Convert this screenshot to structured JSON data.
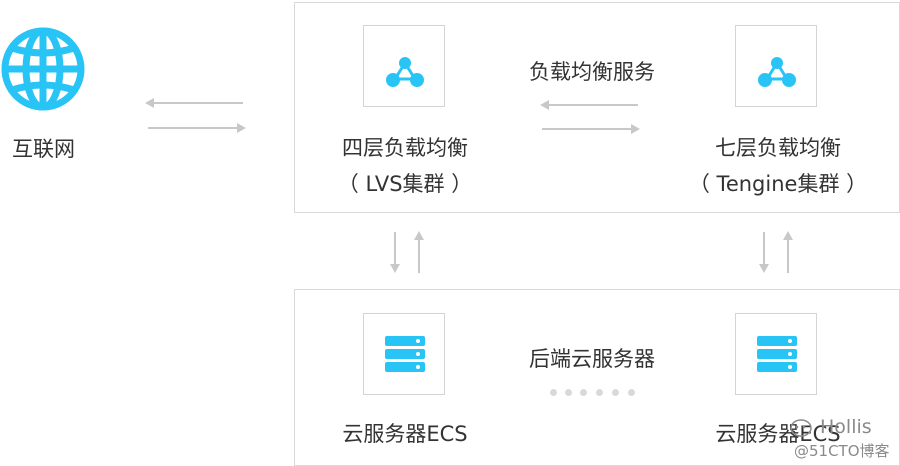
{
  "internet": {
    "label": "互联网",
    "icon": "globe-icon"
  },
  "lb_panel": {
    "title": "负载均衡服务",
    "l4": {
      "name": "四层负载均衡",
      "sub": "（ LVS集群 ）",
      "icon": "network-nodes-icon"
    },
    "l7": {
      "name": "七层负载均衡",
      "sub": "（ Tengine集群 ）",
      "icon": "network-nodes-icon"
    }
  },
  "backend_panel": {
    "title": "后端云服务器",
    "left": {
      "name": "云服务器ECS",
      "icon": "server-stack-icon"
    },
    "right": {
      "name": "云服务器ECS",
      "icon": "server-stack-icon"
    }
  },
  "watermark": {
    "author": "Hollis",
    "site": "@51CTO博客"
  },
  "colors": {
    "accent": "#29c4f6",
    "arrow": "#c8c8c8",
    "border": "#d9d9d9"
  }
}
